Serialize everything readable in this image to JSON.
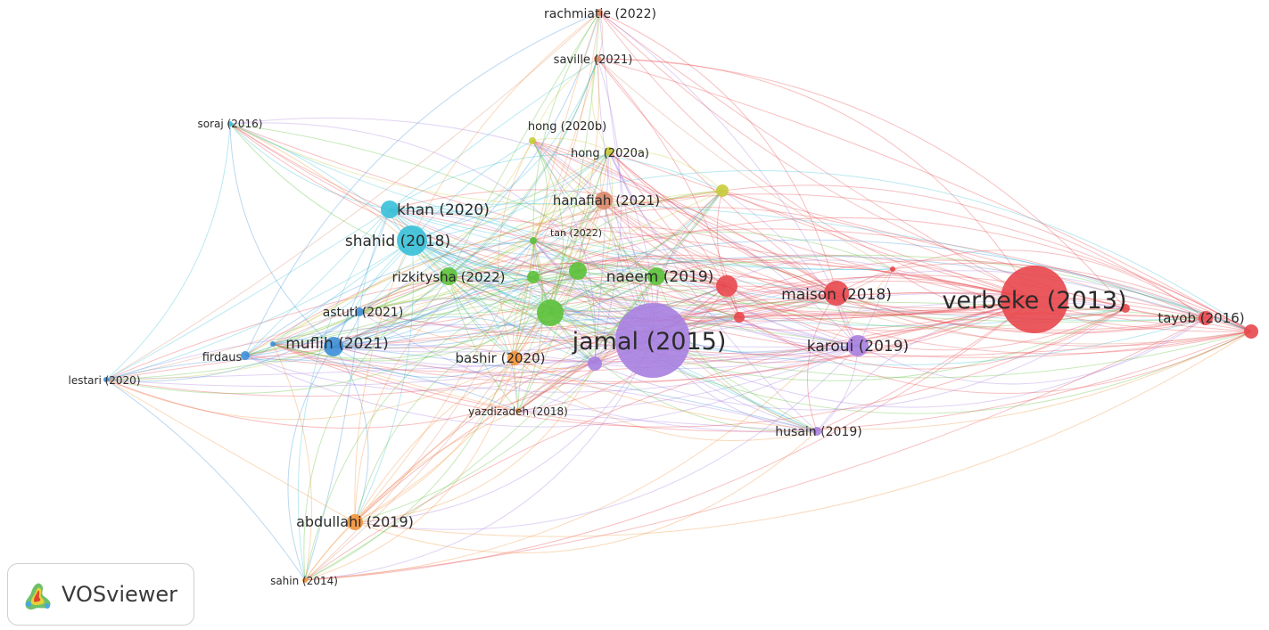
{
  "app": {
    "logo_text": "VOSviewer"
  },
  "clusters": {
    "red": "#e8474c",
    "purple": "#a77fe0",
    "green": "#5cc13a",
    "yellow": "#c8cc3b",
    "cyan": "#39c0d8",
    "blue": "#3c8fd8",
    "orange": "#f2933a",
    "brown": "#d98a6a"
  },
  "nodes": [
    {
      "id": "verbeke",
      "label": "verbeke (2013)",
      "cluster": "red",
      "weight": 10
    },
    {
      "id": "jamal",
      "label": "jamal (2015)",
      "cluster": "purple",
      "weight": 10
    },
    {
      "id": "maison",
      "label": "maison (2018)",
      "cluster": "red",
      "weight": 4
    },
    {
      "id": "karoui",
      "label": "karoui (2019)",
      "cluster": "purple",
      "weight": 4
    },
    {
      "id": "tayob",
      "label": "tayob (2016)",
      "cluster": "red",
      "weight": 3
    },
    {
      "id": "husain",
      "label": "husain (2019)",
      "cluster": "purple",
      "weight": 2
    },
    {
      "id": "naeem",
      "label": "naeem (2019)",
      "cluster": "green",
      "weight": 4
    },
    {
      "id": "rizkitysha",
      "label": "rizkitysha (2022)",
      "cluster": "green",
      "weight": 4
    },
    {
      "id": "tan",
      "label": "tan (2022)",
      "cluster": "green",
      "weight": 1
    },
    {
      "id": "hanafiah",
      "label": "hanafiah (2021)",
      "cluster": "brown",
      "weight": 4
    },
    {
      "id": "hong_a",
      "label": "hong (2020a)",
      "cluster": "yellow",
      "weight": 2
    },
    {
      "id": "hong_b",
      "label": "hong (2020b)",
      "cluster": "yellow",
      "weight": 2
    },
    {
      "id": "saville",
      "label": "saville (2021)",
      "cluster": "brown",
      "weight": 2
    },
    {
      "id": "rachmiatie",
      "label": "rachmiatie (2022)",
      "cluster": "brown",
      "weight": 2
    },
    {
      "id": "soraj",
      "label": "soraj (2016)",
      "cluster": "cyan",
      "weight": 1
    },
    {
      "id": "khan",
      "label": "khan (2020)",
      "cluster": "cyan",
      "weight": 5
    },
    {
      "id": "shahid",
      "label": "shahid (2018)",
      "cluster": "cyan",
      "weight": 6
    },
    {
      "id": "astuti",
      "label": "astuti (2021)",
      "cluster": "blue",
      "weight": 2
    },
    {
      "id": "muflih",
      "label": "muflih (2021)",
      "cluster": "blue",
      "weight": 4
    },
    {
      "id": "firdaus",
      "label": "firdaus",
      "cluster": "blue",
      "weight": 2
    },
    {
      "id": "lestari",
      "label": "lestari (2020)",
      "cluster": "blue",
      "weight": 1
    },
    {
      "id": "bashir",
      "label": "bashir (2020)",
      "cluster": "orange",
      "weight": 3
    },
    {
      "id": "yazdizadeh",
      "label": "yazdizadeh (2018)",
      "cluster": "orange",
      "weight": 1
    },
    {
      "id": "abdullahi",
      "label": "abdullahi (2019)",
      "cluster": "orange",
      "weight": 3
    },
    {
      "id": "sahin",
      "label": "sahin (2014)",
      "cluster": "orange",
      "weight": 1
    }
  ]
}
